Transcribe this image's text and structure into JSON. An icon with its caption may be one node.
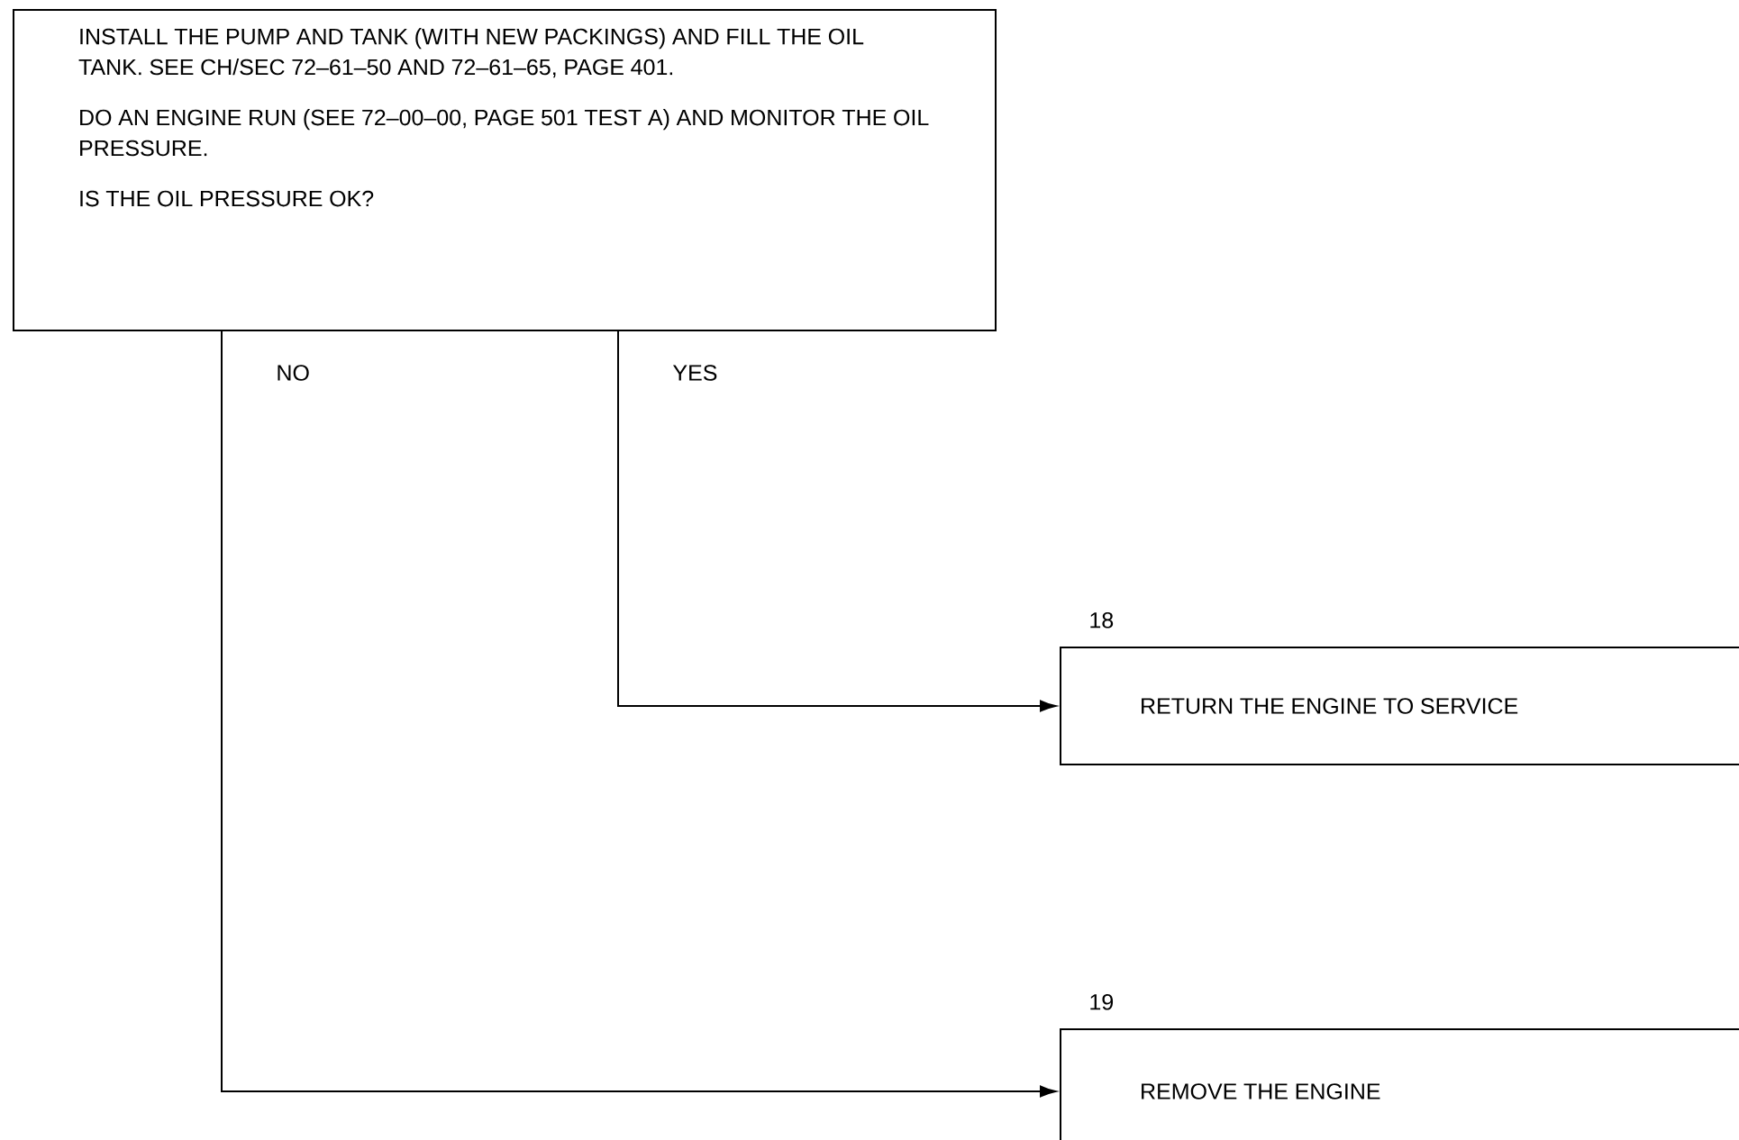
{
  "diagram": {
    "nodes": [
      {
        "text": [
          "INSTALL THE PUMP AND TANK (WITH NEW PACKINGS) AND FILL THE OIL TANK. SEE CH/SEC 72–61–50 AND 72–61–65, PAGE 401.",
          "DO AN ENGINE RUN (SEE 72–00–00, PAGE 501 TEST A) AND MONITOR THE OIL PRESSURE.",
          "IS THE OIL PRESSURE OK?"
        ]
      },
      {
        "text": [
          "RETURN THE ENGINE TO SERVICE"
        ],
        "beside": [
          "18"
        ]
      },
      {
        "text": [
          "REMOVE THE ENGINE"
        ],
        "beside": [
          "19"
        ]
      }
    ],
    "edges": [
      {
        "from": 0,
        "to": 1,
        "arrow": "to",
        "label": "YES"
      },
      {
        "from": 0,
        "to": 2,
        "arrow": "to",
        "label": "NO"
      }
    ]
  }
}
